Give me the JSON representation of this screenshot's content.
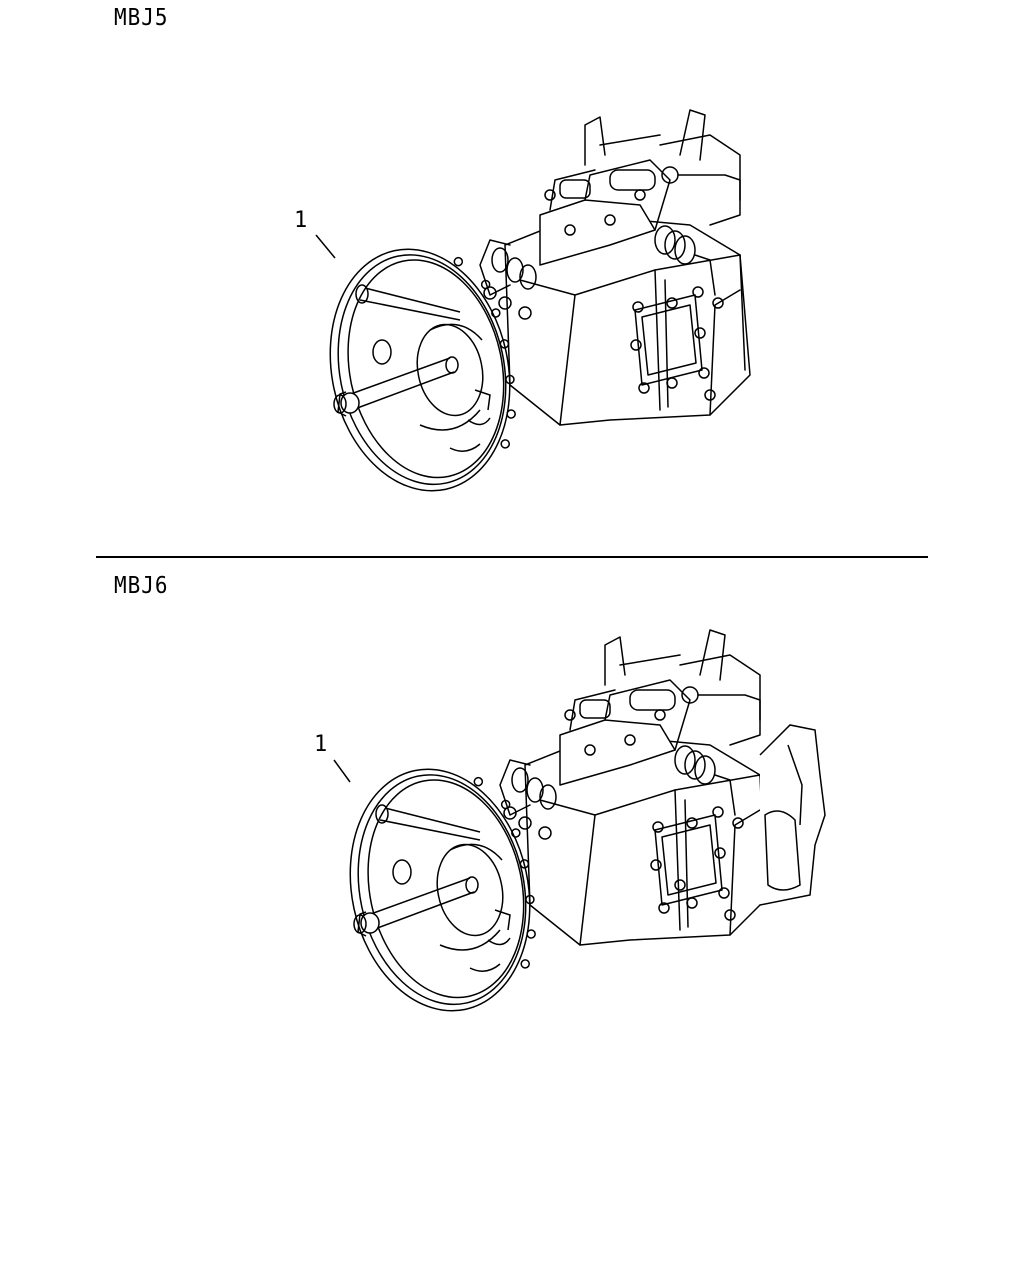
{
  "views": [
    {
      "label": "MBJ5",
      "callout": "1"
    },
    {
      "label": "MBJ6",
      "callout": "1"
    }
  ],
  "colors": {
    "line": "#000000",
    "background": "#ffffff"
  },
  "illustration": "transmission-assembly"
}
